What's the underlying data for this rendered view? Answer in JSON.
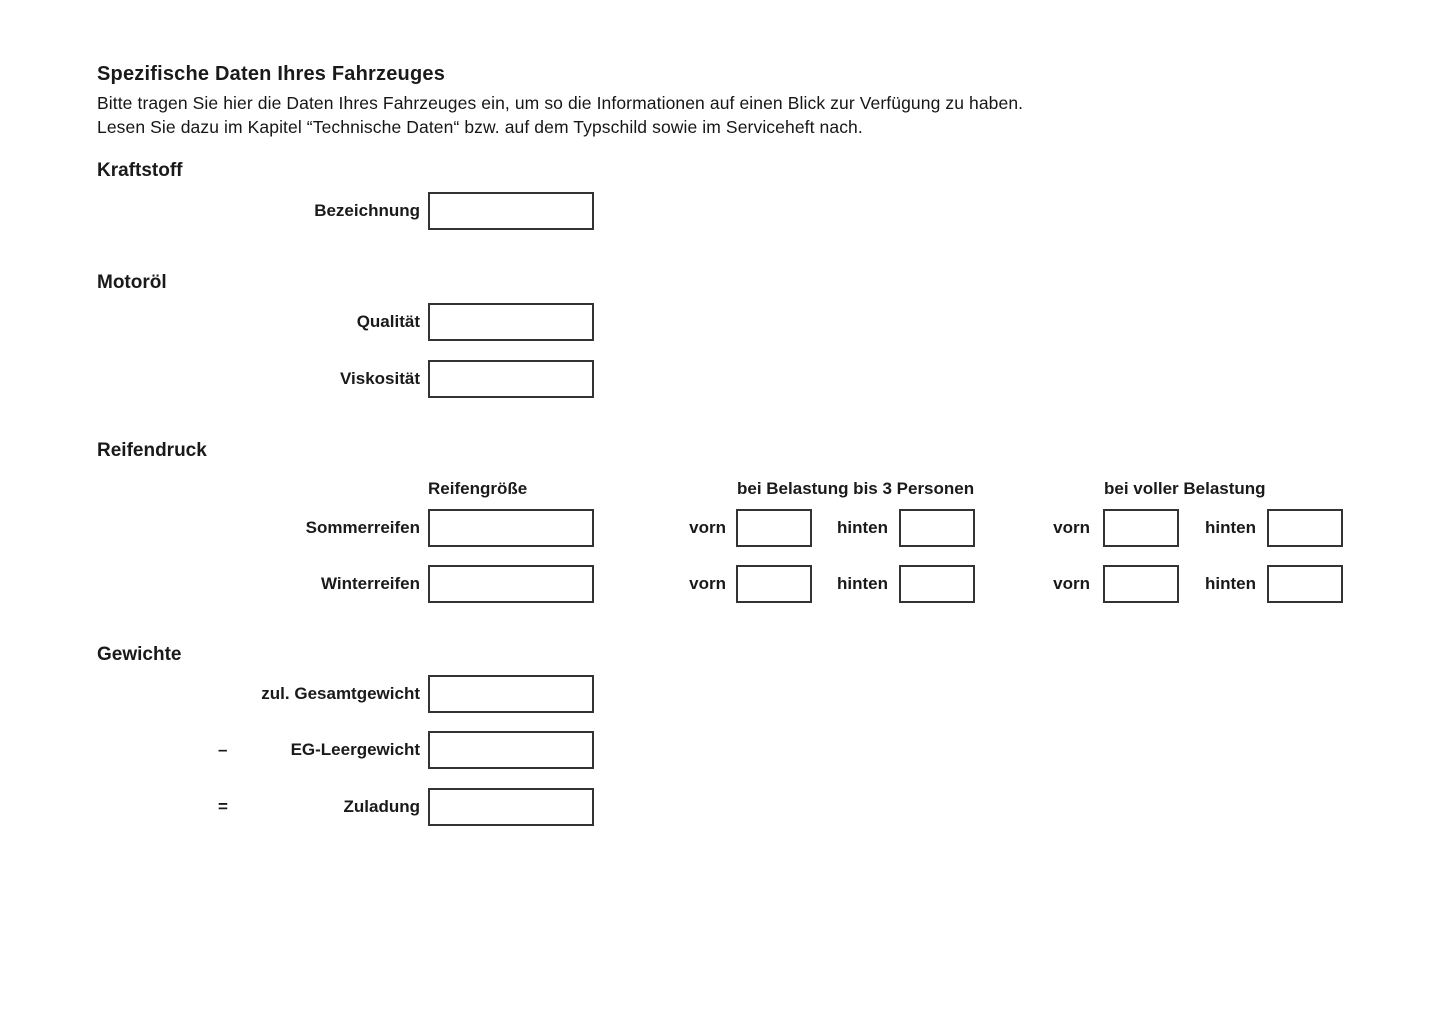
{
  "page": {
    "title": "Spezifische Daten Ihres Fahrzeuges",
    "intro_line1": "Bitte tragen Sie hier die Daten Ihres Fahrzeuges ein, um so die Informationen auf einen Blick zur Verfügung zu haben.",
    "intro_line2": "Lesen Sie dazu im Kapitel “Technische Daten“ bzw. auf dem Typschild sowie im Serviceheft nach."
  },
  "kraftstoff": {
    "heading": "Kraftstoff",
    "fields": [
      {
        "label": "Bezeichnung",
        "value": ""
      }
    ]
  },
  "motoroel": {
    "heading": "Motoröl",
    "fields": [
      {
        "label": "Qualität",
        "value": ""
      },
      {
        "label": "Viskosität",
        "value": ""
      }
    ]
  },
  "reifendruck": {
    "heading": "Reifendruck",
    "col_headers": {
      "size": "Reifengröße",
      "load3": "bei Belastung bis 3 Personen",
      "full": "bei voller Belastung"
    },
    "front_label": "vorn",
    "rear_label": "hinten",
    "rows": [
      {
        "label": "Sommerreifen",
        "size_value": "",
        "load3_front": "",
        "load3_rear": "",
        "full_front": "",
        "full_rear": ""
      },
      {
        "label": "Winterreifen",
        "size_value": "",
        "load3_front": "",
        "load3_rear": "",
        "full_front": "",
        "full_rear": ""
      }
    ]
  },
  "gewichte": {
    "heading": "Gewichte",
    "rows": [
      {
        "operator": "",
        "label": "zul. Gesamtgewicht",
        "value": ""
      },
      {
        "operator": "–",
        "label": "EG-Leergewicht",
        "value": ""
      },
      {
        "operator": "=",
        "label": "Zuladung",
        "value": ""
      }
    ]
  }
}
